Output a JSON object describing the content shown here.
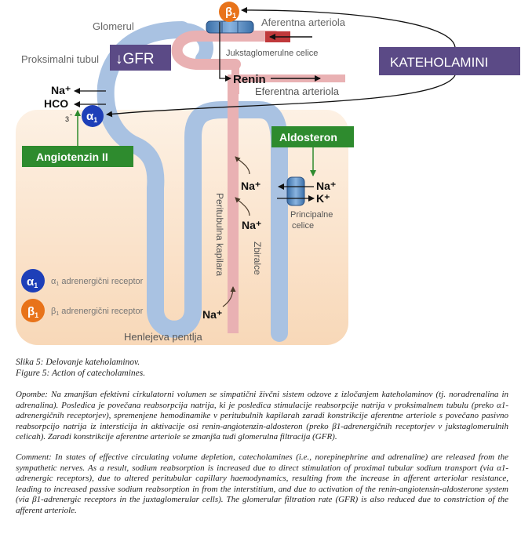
{
  "diagram": {
    "beta1_symbol": "β",
    "beta1_sub": "1",
    "alpha1_symbol": "α",
    "alpha1_sub": "1",
    "glomerul": "Glomerul",
    "aferentna": "Aferentna arteriola",
    "gfr": "↓GFR",
    "proksimalni": "Proksimalni tubul",
    "jukstaglomerulne": "Jukstaglomerulne celice",
    "katecholamini": "KATEHOLAMINI",
    "renin": "Renin",
    "eferentna": "Eferentna arteriola",
    "na_plus": "Na⁺",
    "hco": "HCO",
    "hco_sub": "3",
    "hco_sup": "-",
    "angiotenzin": "Angiotenzin II",
    "aldosteron": "Aldosteron",
    "k_plus": "K⁺",
    "principalne_1": "Principalne",
    "principalne_2": "celice",
    "peritubulna": "Peritubulna kapilara",
    "zbiralce": "Zbiralce",
    "henle": "Henlejeva pentlja",
    "legend_alpha": "adrenergični receptor",
    "legend_beta": "adrenergični receptor"
  },
  "captions": {
    "slika": "Slika 5: Delovanje kateholaminov.",
    "figure": "Figure 5: Action of catecholamines.",
    "opomba": "Opombe: Na zmanjšan efektivni cirkulatorni volumen se simpatični živčni sistem odzove z izločanjem kateholaminov (tj. noradrenalina in adrenalina). Posledica je povečana reabsorpcija natrija, ki je posledica stimulacije reabsorpcije natrija v proksimalnem tubulu (preko α1-adrenergičnih receptorjev), spremenjene hemodinamike v peritubulnih kapilarah zaradi konstrikcije aferentne arteriole s povečano pasivno reabsorpcijo natrija iz intersticija in aktivacije osi renin-angiotenzin-aldosteron (preko β1-adrenergičnih receptorjev v jukstaglomerulnih celicah). Zaradi konstrikcije aferentne arteriole se zmanjša tudi glomerulna filtracija (GFR).",
    "comment": "Comment: In states of effective circulating volume depletion, catecholamines (i.e., norepinephrine and adrenaline) are released from the sympathetic nerves. As a result, sodium reabsorption is increased due to direct stimulation of proximal tubular sodium transport (via α1-adrenergic receptors), due to altered peritubular capillary haemodynamics, resulting from the increase in afferent arteriolar resistance, leading to increased passive sodium reabsorption in from the interstitium, and due to activation of the renin-angiotensin-aldosterone system (via β1-adrenergic receptors in the juxtaglomerular cells). The glomerular filtration rate (GFR) is also reduced due to constriction of the afferent arteriole."
  },
  "colors": {
    "interstitium": "#fbe3cc",
    "tubule": "#a9c2e2",
    "vessel": "#e9b1b3",
    "afferent_dark": "#c0393b",
    "katehol_box": "#5b4a86",
    "green_box": "#2e8b2e",
    "alpha_badge": "#1e3fb8",
    "beta_badge": "#e8731a"
  }
}
